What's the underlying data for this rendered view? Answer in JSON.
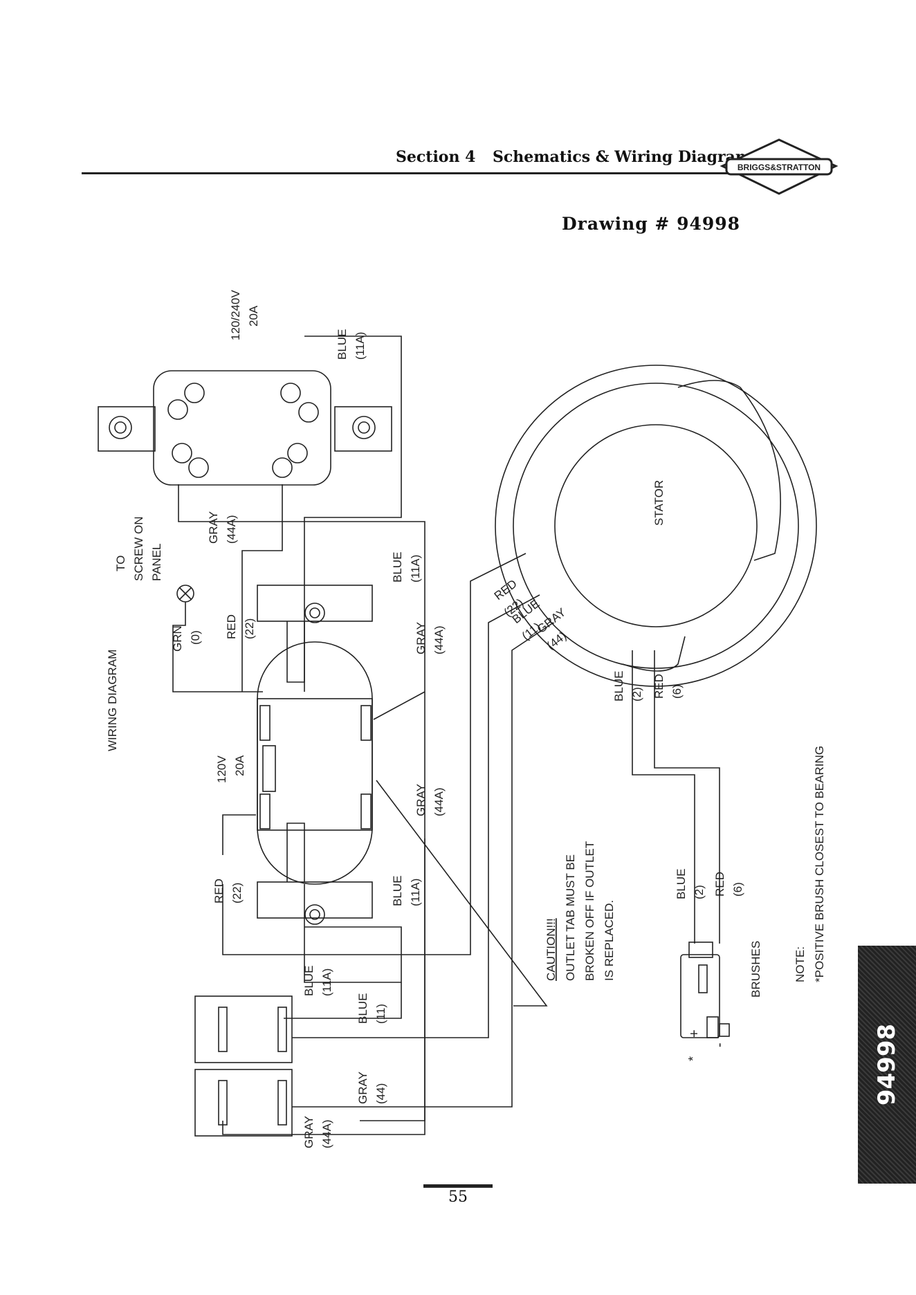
{
  "header": {
    "section": "Section 4",
    "title": "Schematics & Wiring Diagrams",
    "brand": "BRIGGS&STRATTON"
  },
  "drawing_title": "Drawing # 94998",
  "diagram": {
    "title": "WIRING DIAGRAM",
    "ground_note": [
      "TO",
      "SCREW ON",
      "PANEL"
    ],
    "ground_wire": [
      "GRN",
      "(0)"
    ],
    "breaker_rating": [
      "120/240V",
      "20A"
    ],
    "outlet_rating": [
      "120V",
      "20A"
    ],
    "stator_label": "STATOR",
    "wire_labels": {
      "blue_11a": [
        "BLUE",
        "(11A)"
      ],
      "gray_44a": [
        "GRAY",
        "(44A)"
      ],
      "red_22": [
        "RED",
        "(22)"
      ],
      "blue_11": [
        "BLUE",
        "(11)"
      ],
      "gray_44": [
        "GRAY",
        "(44)"
      ],
      "blue_2": [
        "BLUE",
        "(2)"
      ],
      "red_6": [
        "RED",
        "(6)"
      ]
    },
    "caution": [
      "CAUTION!!!",
      "OUTLET TAB MUST BE",
      "BROKEN OFF IF OUTLET",
      "IS REPLACED."
    ],
    "brushes_label": "BRUSHES",
    "brush_polarity": [
      "+",
      "-",
      "*"
    ],
    "note": [
      "NOTE:",
      "*POSITIVE BRUSH CLOSEST TO BEARING"
    ]
  },
  "page_number": "55",
  "side_tab": "94998",
  "colors": {
    "ink": "#222222",
    "tab": "#2a2a2a",
    "tab_text": "#ffffff"
  }
}
